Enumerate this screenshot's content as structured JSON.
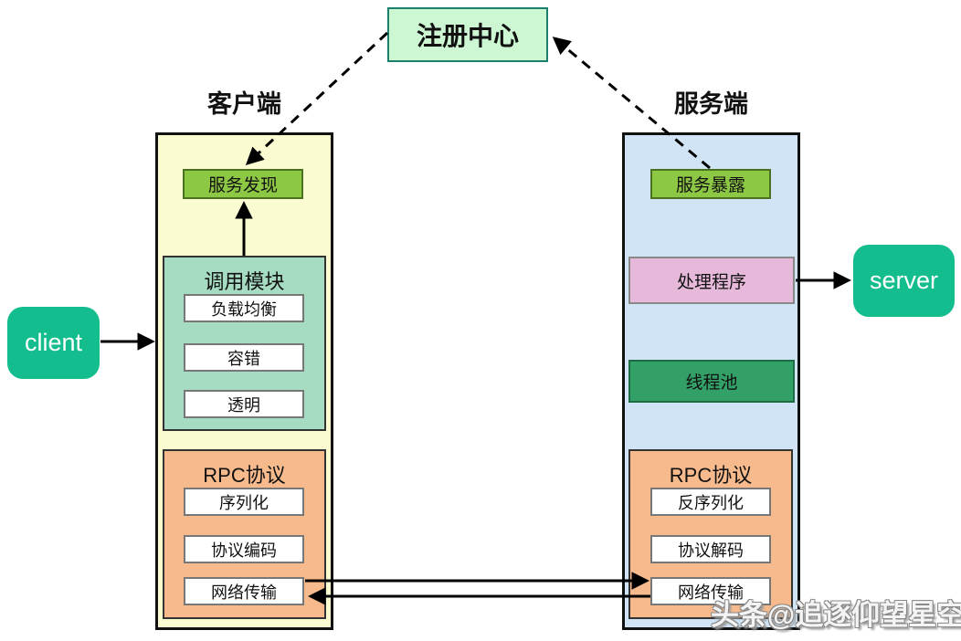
{
  "registry": {
    "label": "注册中心"
  },
  "client_side": {
    "title": "客户端",
    "service_discovery": "服务发现",
    "call_module": {
      "title": "调用模块",
      "items": [
        "负载均衡",
        "容错",
        "透明"
      ]
    },
    "rpc_protocol": {
      "title": "RPC协议",
      "items": [
        "序列化",
        "协议编码",
        "网络传输"
      ]
    }
  },
  "server_side": {
    "title": "服务端",
    "service_expose": "服务暴露",
    "handler": "处理程序",
    "thread_pool": "线程池",
    "rpc_protocol": {
      "title": "RPC协议",
      "items": [
        "反序列化",
        "协议解码",
        "网络传输"
      ]
    }
  },
  "external": {
    "client": "client",
    "server": "server"
  },
  "watermark": "头条@追逐仰望星空",
  "colors": {
    "registry_fill": "#cdf6d2",
    "registry_border": "#1c7f6b",
    "client_column_fill": "#fafbd1",
    "server_column_fill": "#d0e4f6",
    "green_chip_fill": "#8dc845",
    "call_module_fill": "#a5dcc2",
    "rpc_module_fill": "#f6ba8c",
    "handler_fill": "#e6b9da",
    "thread_pool_fill": "#32a067",
    "node_fill": "#13bd8e",
    "arrow_color": "#000000"
  }
}
